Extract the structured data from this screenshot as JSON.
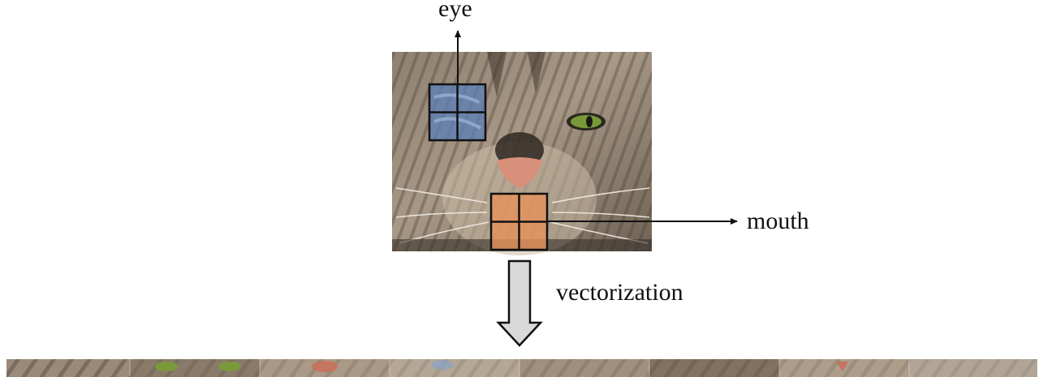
{
  "labels": {
    "eye": "eye",
    "mouth": "mouth",
    "vectorization": "vectorization"
  },
  "image": {
    "subject": "tabby cat face close-up",
    "patches": [
      {
        "name": "eye-patch",
        "grid": "2x2",
        "highlight_color": "#5b7fb8"
      },
      {
        "name": "mouth-patch",
        "grid": "2x2",
        "highlight_color": "#e6925a"
      }
    ]
  },
  "colors": {
    "arrow_fill": "#d9d9d9",
    "outline": "#111111",
    "fur_light": "#b4a592",
    "fur_dark": "#5c5046",
    "nose": "#d9907a",
    "eye_iris": "#7a9a3a"
  }
}
